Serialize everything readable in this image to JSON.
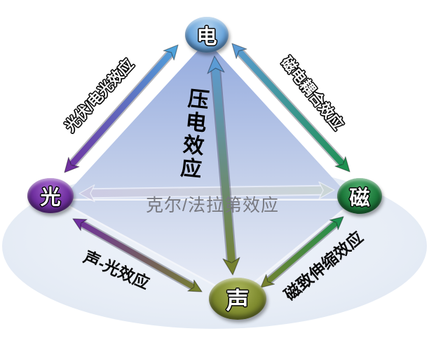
{
  "diagram": {
    "nodes": {
      "electricity": {
        "label": "电",
        "base": "#6fa8dc",
        "light": "#b9d7f0",
        "dark": "#2e5f96"
      },
      "light": {
        "label": "光",
        "base": "#7030a0",
        "light": "#a565cf",
        "dark": "#401b62"
      },
      "magnetism": {
        "label": "磁",
        "base": "#1e7b3c",
        "light": "#4fae6e",
        "dark": "#0c3f1d"
      },
      "sound": {
        "label": "声",
        "base": "#7f8b2f",
        "light": "#aab55a",
        "dark": "#4a521a"
      }
    },
    "edges": [
      {
        "id": "light-electricity",
        "label": "光伏/电光效应",
        "colors": [
          "#7030a0",
          "#4fa3dc"
        ]
      },
      {
        "id": "electricity-magnetism",
        "label": "磁电耦合效应",
        "colors": [
          "#5b9bd5",
          "#1e9150"
        ]
      },
      {
        "id": "sound-electricity",
        "label": "压电效应",
        "colors": [
          "#5b9bd5",
          "#76812f"
        ]
      },
      {
        "id": "light-magnetism",
        "label": "克尔/法拉第效应",
        "colors": [
          "#cfc9e2",
          "#ccd7cf"
        ]
      },
      {
        "id": "light-sound",
        "label": "声-光效应",
        "colors": [
          "#7030a0",
          "#76812f"
        ]
      },
      {
        "id": "magnetism-sound",
        "label": "磁致伸缩效应",
        "colors": [
          "#1e9150",
          "#76812f"
        ]
      }
    ],
    "background": {
      "ground_ellipse_color": "#e8eef7",
      "pyramid_top_color": "#93aade",
      "pyramid_bottom_color": "#eaeef7"
    }
  }
}
